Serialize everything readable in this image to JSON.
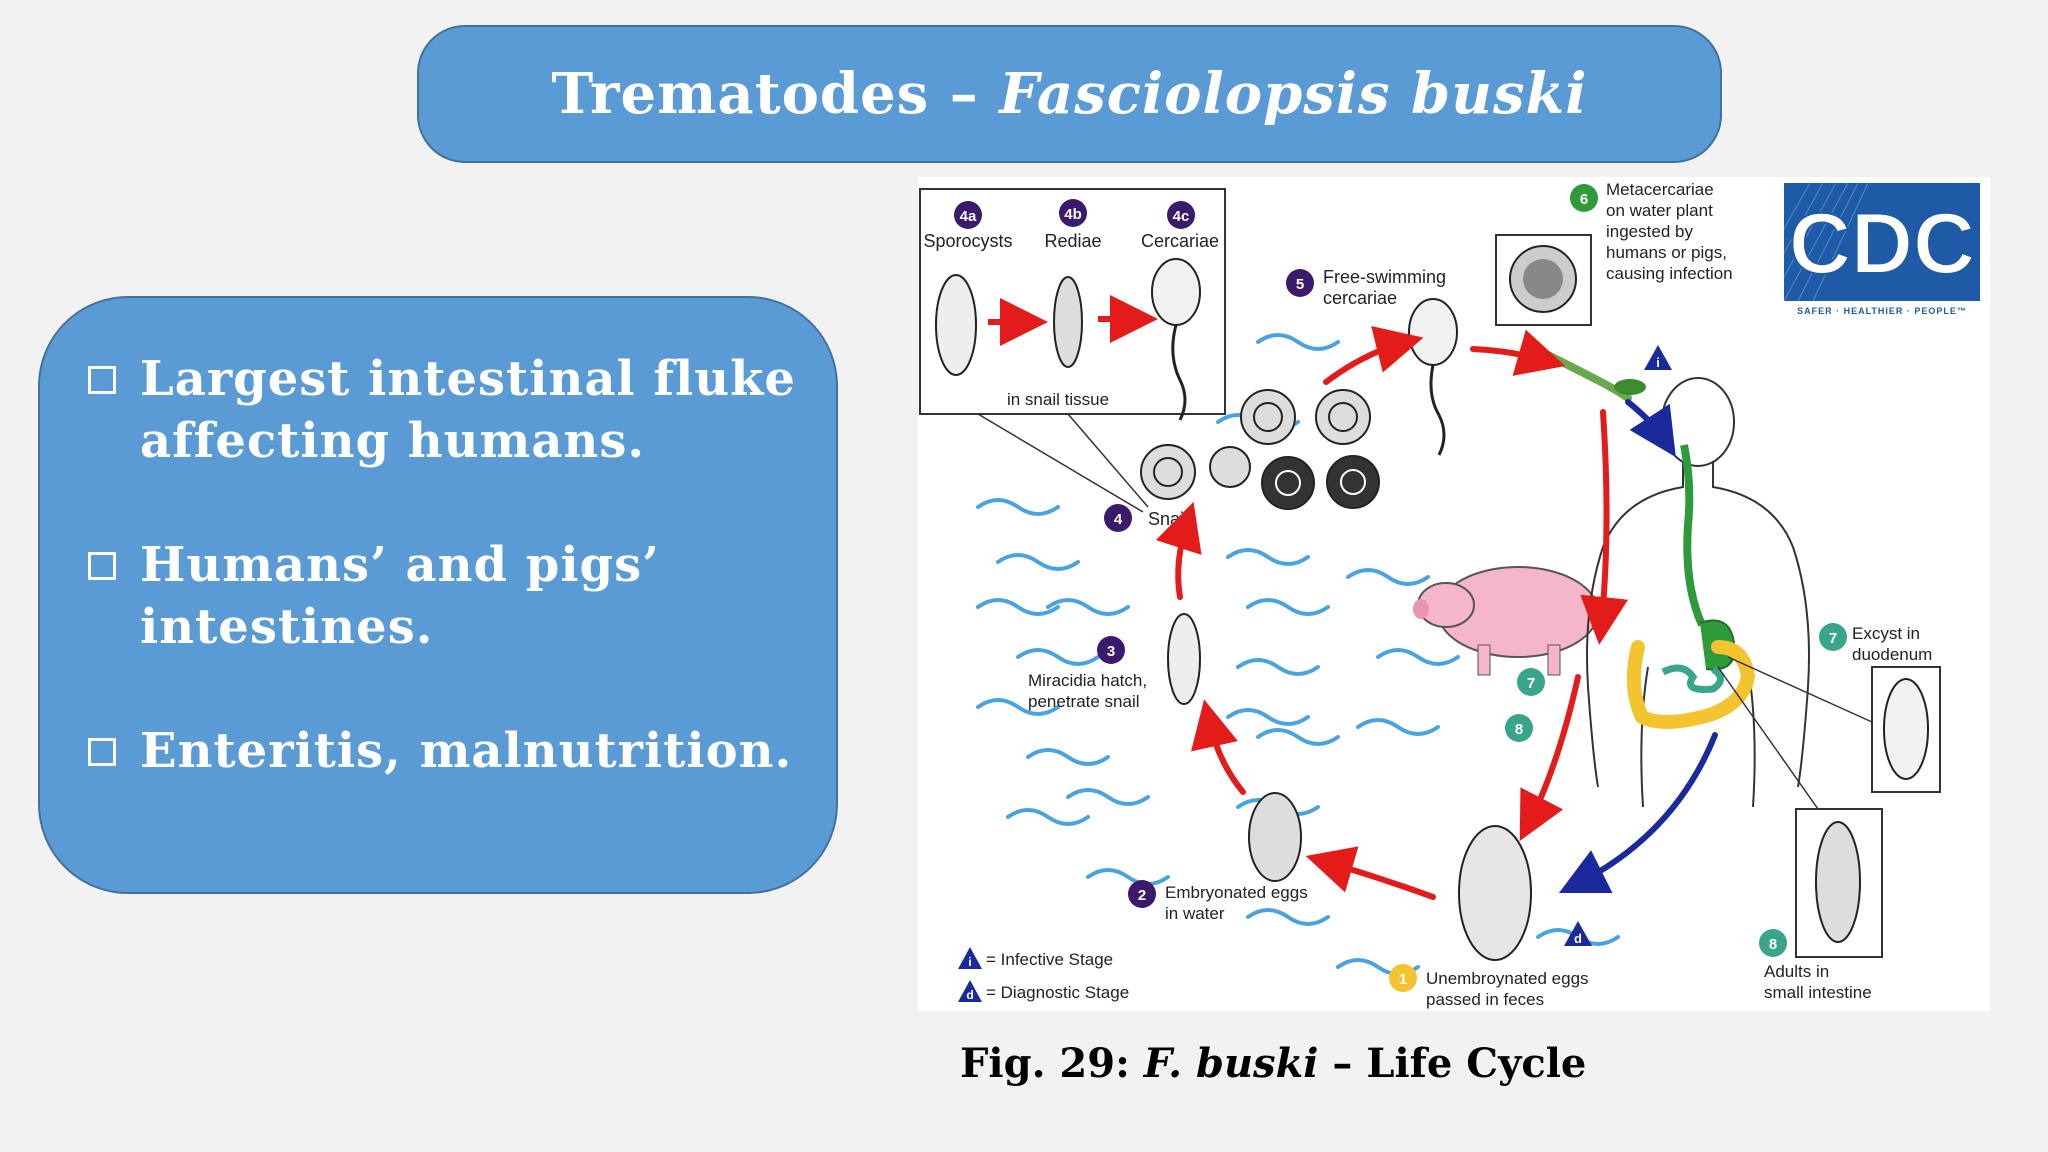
{
  "title": {
    "prefix": "Trematodes – ",
    "italic": "Fasciolopsis buski"
  },
  "bullets": [
    "Largest intestinal fluke affecting humans.",
    "Humans’ and pigs’ intestines.",
    "Enteritis, malnutrition."
  ],
  "diagram": {
    "stages": {
      "s4a": {
        "num": "4a",
        "label": "Sporocysts"
      },
      "s4b": {
        "num": "4b",
        "label": "Rediae"
      },
      "s4c": {
        "num": "4c",
        "label": "Cercariae"
      },
      "in_snail": "in snail tissue",
      "s4": {
        "num": "4",
        "label": "Snail"
      },
      "s5": {
        "num": "5",
        "label1": "Free-swimming",
        "label2": "cercariae"
      },
      "s6": {
        "num": "6",
        "lines": [
          "Metacercariae",
          "on water plant",
          "ingested by",
          "humans or pigs,",
          "causing infection"
        ]
      },
      "s3": {
        "num": "3",
        "label1": "Miracidia hatch,",
        "label2": "penetrate snail"
      },
      "s2": {
        "num": "2",
        "label1": "Embryonated eggs",
        "label2": "in water"
      },
      "s1": {
        "num": "1",
        "label1": "Unembroynated eggs",
        "label2": "passed in feces"
      },
      "s7": {
        "num": "7",
        "label1": "Excyst in",
        "label2": "duodenum"
      },
      "s8": {
        "num": "8",
        "label1": "Adults in",
        "label2": "small intestine"
      }
    },
    "legend": {
      "infective_letter": "i",
      "infective": "= Infective Stage",
      "diagnostic_letter": "d",
      "diagnostic": "= Diagnostic Stage"
    },
    "cdc": {
      "logo": "CDC",
      "tagline": "SAFER · HEALTHIER · PEOPLE™"
    },
    "colors": {
      "stage_circle": "#3b1a6b",
      "stage6_circle": "#2e9a3a",
      "stage1_circle": "#f4c430",
      "stage78_circle": "#3aa58b",
      "red_arrow": "#e31b1b",
      "blue_arrow": "#1a2a9c",
      "water": "#4aa3df",
      "cdc_blue": "#1f5aa6"
    }
  },
  "caption": {
    "prefix": "Fig. 29: ",
    "italic": "F. buski",
    "suffix": " – Life Cycle"
  }
}
